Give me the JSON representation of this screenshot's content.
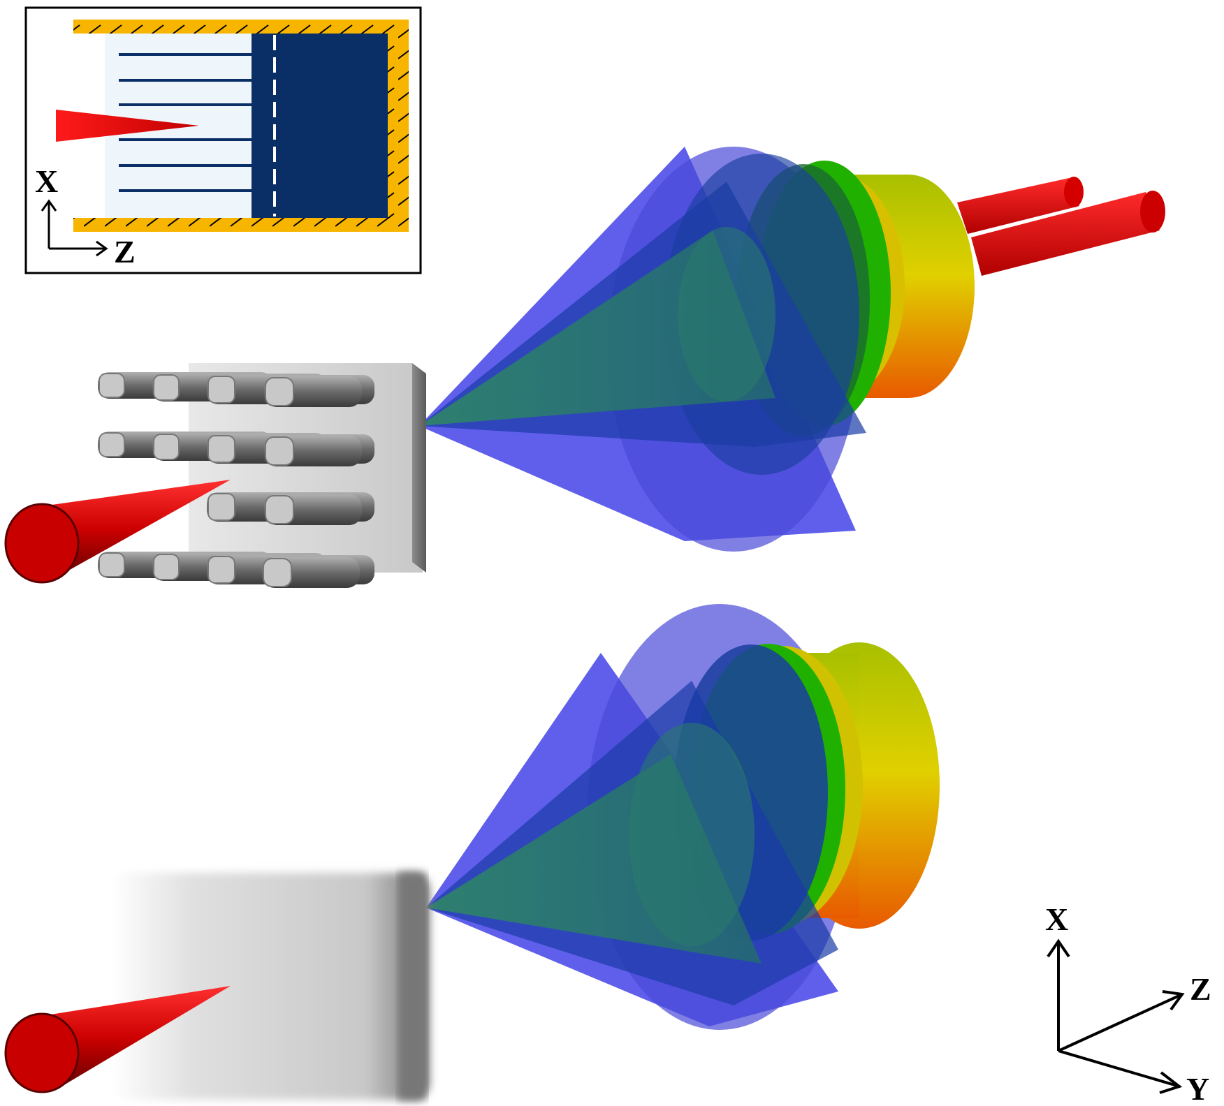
{
  "inset": {
    "axis_x_label": "X",
    "axis_z_label": "Z"
  },
  "main_axes": {
    "x_label": "X",
    "y_label": "Y",
    "z_label": "Z"
  },
  "colors": {
    "laser": "#e00000",
    "wall": "#f7b500",
    "target_dark": "#0a2f66",
    "nanowire_region": "#eef6fc",
    "cone_blue": "#3c3ce6",
    "cone_teal": "#2a8060",
    "green": "#22bb00",
    "yellow": "#d8d000",
    "orange": "#e86a00",
    "grey": "#8a8a8a"
  },
  "icons": {
    "laser_beam": "cone-icon",
    "axis_arrow": "arrow-icon"
  }
}
